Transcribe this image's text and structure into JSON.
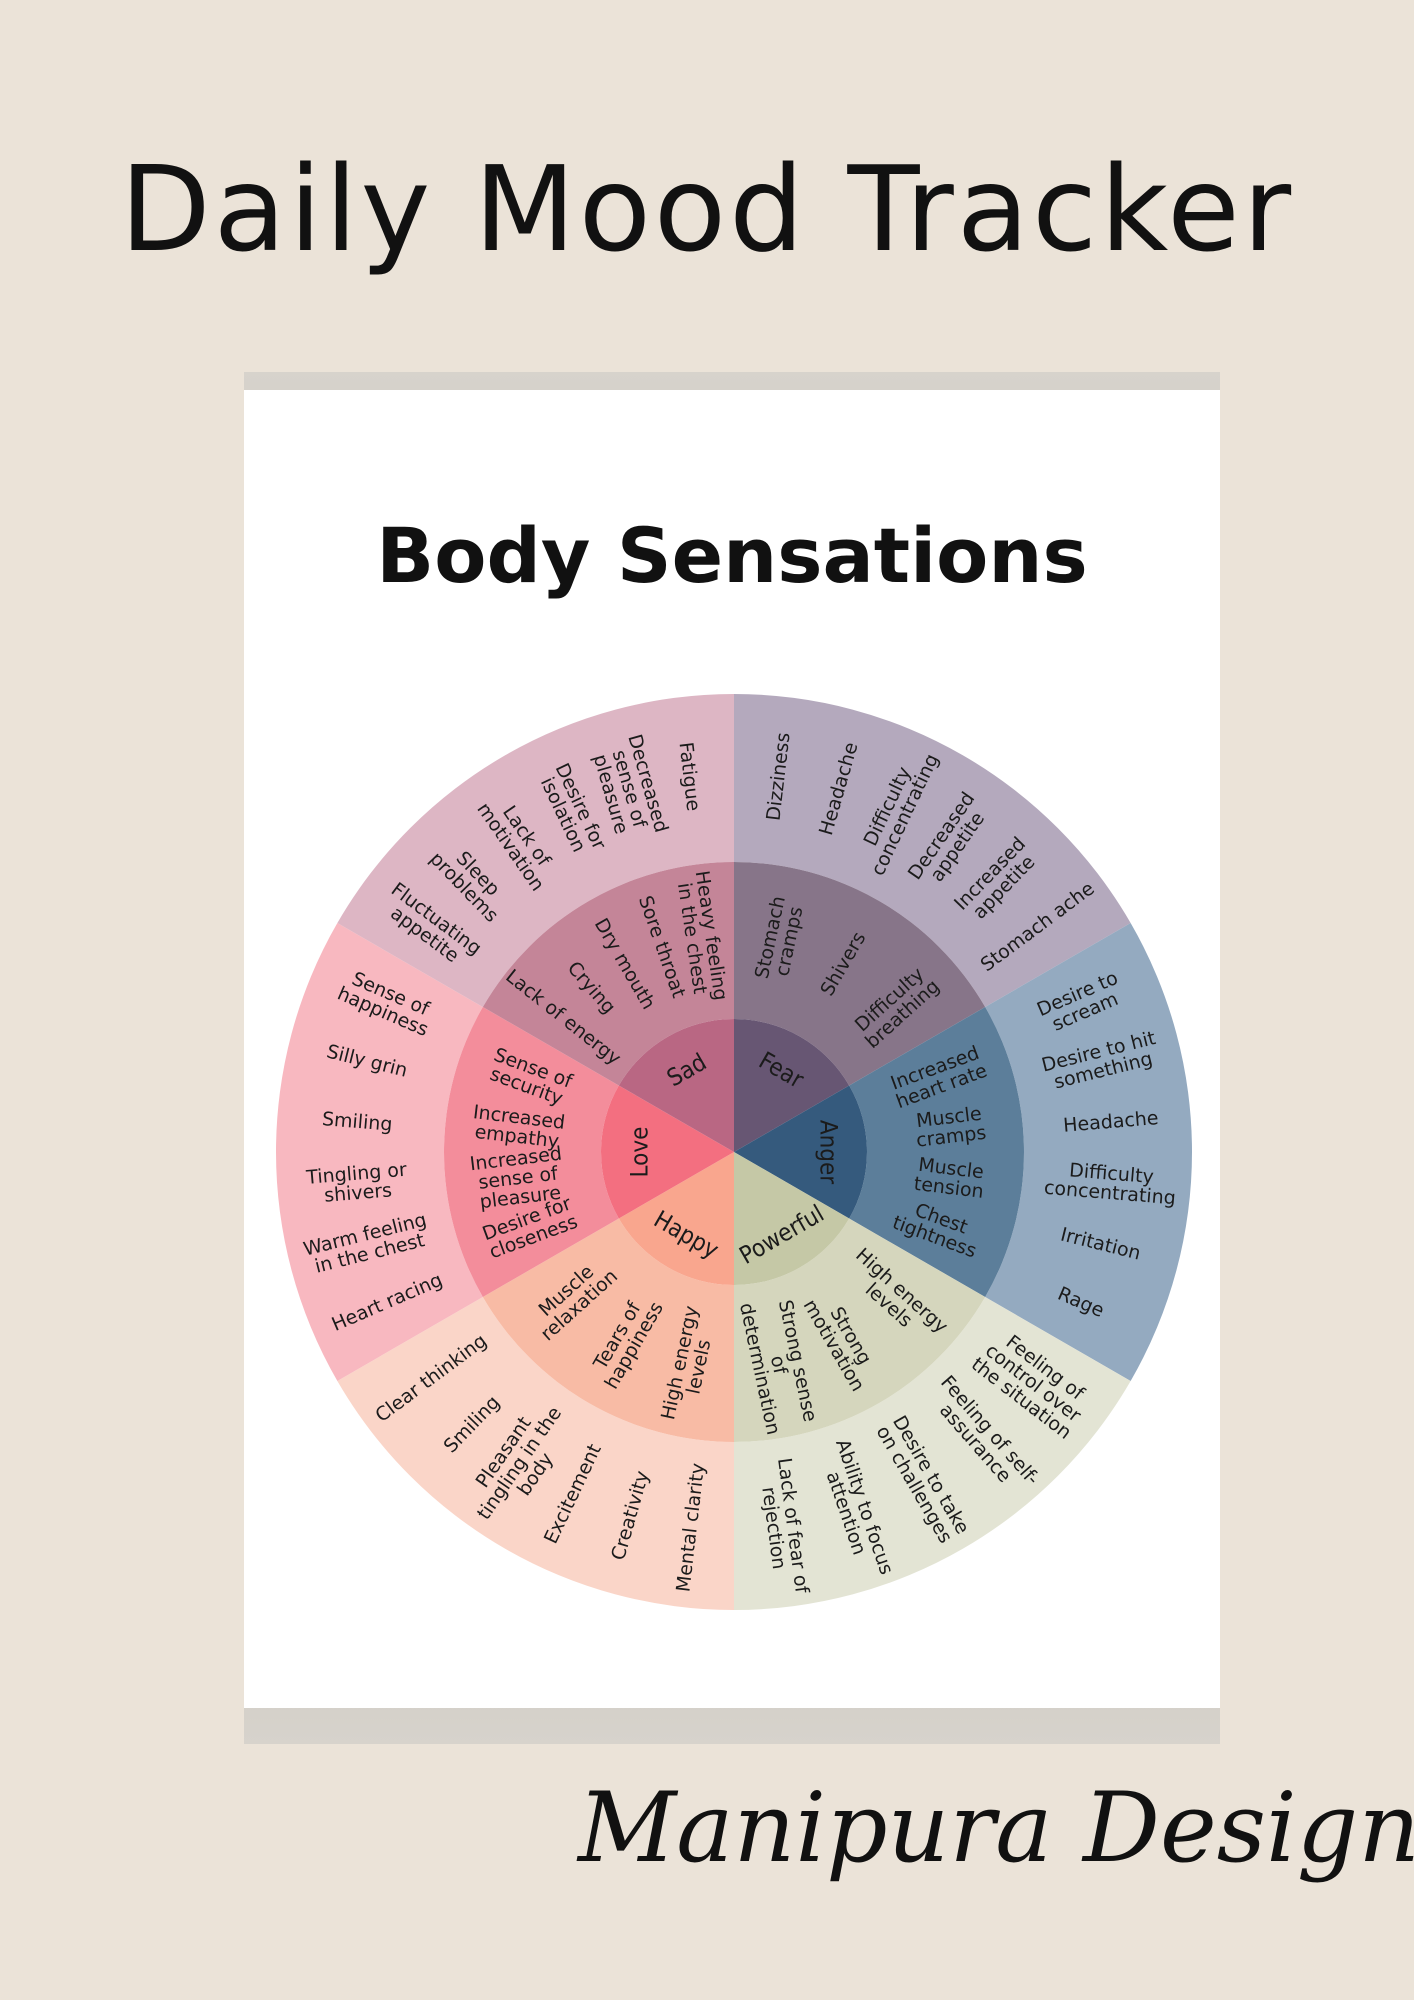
{
  "page": {
    "title": "Daily Mood Tracker",
    "signature": "Manipura Design"
  },
  "card": {
    "title": "Body Sensations"
  },
  "wheel": {
    "sections": [
      {
        "emotion": "Fear",
        "colors": {
          "core": "#675673",
          "middle": "#877589",
          "outer": "#b4a9bd"
        },
        "middle": [
          [
            "Stomach",
            "cramps"
          ],
          [
            "Shivers"
          ],
          [
            "Difficulty",
            "breathing"
          ]
        ],
        "outer": [
          [
            "Dizziness"
          ],
          [
            "Headache"
          ],
          [
            "Difficulty",
            "concentrating"
          ],
          [
            "Decreased",
            "appetite"
          ],
          [
            "Increased",
            "appetite"
          ],
          [
            "Stomach ache"
          ]
        ]
      },
      {
        "emotion": "Anger",
        "colors": {
          "core": "#355a7d",
          "middle": "#5c7e9a",
          "outer": "#94aac0"
        },
        "middle": [
          [
            "Increased",
            "heart rate"
          ],
          [
            "Muscle",
            "cramps"
          ],
          [
            "Muscle",
            "tension"
          ],
          [
            "Chest",
            "tightness"
          ]
        ],
        "outer": [
          [
            "Desire to",
            "scream"
          ],
          [
            "Desire to hit",
            "something"
          ],
          [
            "Headache"
          ],
          [
            "Difficulty",
            "concentrating"
          ],
          [
            "Irritation"
          ],
          [
            "Rage"
          ]
        ]
      },
      {
        "emotion": "Powerful",
        "colors": {
          "core": "#c5c8a6",
          "middle": "#d5d6bd",
          "outer": "#e3e4d4"
        },
        "middle": [
          [
            "High energy",
            "levels"
          ],
          [
            "Strong",
            "motivation"
          ],
          [
            "Strong sense",
            "of",
            "determination"
          ]
        ],
        "outer": [
          [
            "Feeling of",
            "control over",
            "the situation"
          ],
          [
            "Feeling of self-",
            "assurance"
          ],
          [
            "Desire to take",
            "on challenges"
          ],
          [
            "Ability to focus",
            "attention"
          ],
          [
            "Lack of fear of",
            "rejection"
          ]
        ]
      },
      {
        "emotion": "Happy",
        "colors": {
          "core": "#f9a68e",
          "middle": "#f8bba5",
          "outer": "#fad5c8"
        },
        "middle": [
          [
            "High energy",
            "levels"
          ],
          [
            "Tears of",
            "happiness"
          ],
          [
            "Muscle",
            "relaxation"
          ]
        ],
        "outer": [
          [
            "Mental clarity"
          ],
          [
            "Creativity"
          ],
          [
            "Excitement"
          ],
          [
            "Pleasant",
            "tingling in the",
            "body"
          ],
          [
            "Smiling"
          ],
          [
            "Clear thinking"
          ]
        ]
      },
      {
        "emotion": "Love",
        "colors": {
          "core": "#f36f80",
          "middle": "#f38d9b",
          "outer": "#f8b8c0"
        },
        "middle": [
          [
            "Desire for",
            "closeness"
          ],
          [
            "Increased",
            "sense of",
            "pleasure"
          ],
          [
            "Increased",
            "empathy"
          ],
          [
            "Sense of",
            "security"
          ]
        ],
        "outer": [
          [
            "Heart racing"
          ],
          [
            "Warm feeling",
            "in the chest"
          ],
          [
            "Tingling or",
            "shivers"
          ],
          [
            "Smiling"
          ],
          [
            "Silly grin"
          ],
          [
            "Sense of",
            "happiness"
          ]
        ]
      },
      {
        "emotion": "Sad",
        "colors": {
          "core": "#b96783",
          "middle": "#c48598",
          "outer": "#ddb6c4"
        },
        "middle": [
          [
            "Lack of energy"
          ],
          [
            "Crying"
          ],
          [
            "Dry mouth"
          ],
          [
            "Sore throat"
          ],
          [
            "Heavy feeling",
            "in the chest"
          ]
        ],
        "outer": [
          [
            "Fluctuating",
            "appetite"
          ],
          [
            "Sleep",
            "problems"
          ],
          [
            "Lack of",
            "motivation"
          ],
          [
            "Desire for",
            "isolation"
          ],
          [
            "Decreased",
            "sense of",
            "pleasure"
          ],
          [
            "Fatigue"
          ]
        ]
      }
    ]
  }
}
